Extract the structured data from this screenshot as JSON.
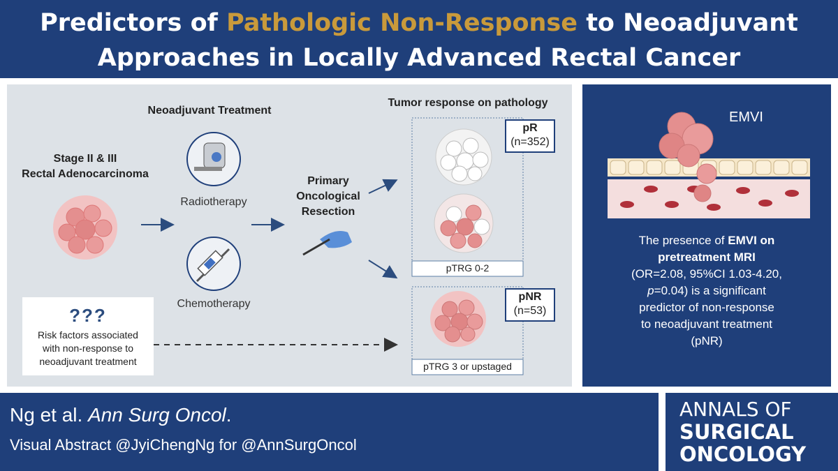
{
  "header": {
    "title_part1": "Predictors of",
    "title_highlight": "Pathologic Non-Response",
    "title_part2": "to Neoadjuvant",
    "title_line2": "Approaches in Locally Advanced Rectal Cancer"
  },
  "diagram": {
    "stage_line1": "Stage II & III",
    "stage_line2": "Rectal Adenocarcinoma",
    "neoadjuvant_title": "Neoadjuvant Treatment",
    "radiotherapy": "Radiotherapy",
    "chemotherapy": "Chemotherapy",
    "resection_line1": "Primary",
    "resection_line2": "Oncological",
    "resection_line3": "Resection",
    "tumor_response_title": "Tumor response on pathology",
    "pr_label": "pR",
    "pr_n": "(n=352)",
    "ptrg_low": "pTRG 0-2",
    "pnr_label": "pNR",
    "pnr_n": "(n=53)",
    "ptrg_high": "pTRG 3 or upstaged",
    "risk_symbol": "???",
    "risk_line1": "Risk factors associated",
    "risk_line2": "with non-response to",
    "risk_line3": "neoadjuvant treatment"
  },
  "right": {
    "emvi_label": "EMVI",
    "text_line1": "The presence of ",
    "text_bold1": "EMVI on",
    "text_bold2": "pretreatment",
    "text_bold2b": " MRI",
    "text_line3": "(OR=2.08, 95%CI 1.03-4.20,",
    "text_p": "p",
    "text_line4": "=0.04) is a significant",
    "text_line5": "predictor of non-response",
    "text_line6": "to neoadjuvant treatment",
    "text_line7": "(pNR)"
  },
  "footer": {
    "citation_authors": "Ng et al. ",
    "citation_journal": "Ann Surg Oncol",
    "citation_end": ".",
    "visual_abstract": "Visual Abstract @JyiChengNg for @AnnSurgOncol",
    "journal_line1": "ANNALS OF",
    "journal_line2": "SURGICAL",
    "journal_line3": "ONCOLOGY"
  },
  "colors": {
    "navy": "#1f3f7a",
    "gold": "#c99a3b",
    "panel_gray": "#dde2e7",
    "tumor_pink": "#e89a9a"
  }
}
